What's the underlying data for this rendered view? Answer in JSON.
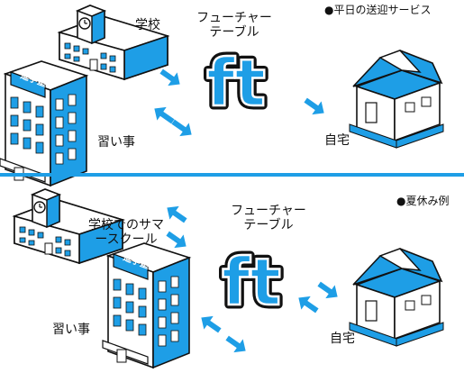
{
  "colors": {
    "accent": "#1e9ee6",
    "ink": "#111111",
    "paper": "#ffffff"
  },
  "top": {
    "heading": "●平日の送迎サービス",
    "school_label": "学校",
    "ft_label": "フューチャーテーブル",
    "juku_label": "習い事",
    "home_label": "自宅",
    "juku_sign": "進学塾",
    "logo_text": "ft"
  },
  "bottom": {
    "heading": "●夏休み例",
    "school_label": "学校でのサマースクール",
    "ft_label": "フューチャーテーブル",
    "juku_label": "習い事",
    "home_label": "自宅",
    "juku_sign": "進学塾",
    "logo_text": "ft"
  },
  "icons": [
    "school-building-icon",
    "cram-school-building-icon",
    "house-icon",
    "ft-logo-icon",
    "arrow-icon",
    "double-arrow-icon"
  ]
}
